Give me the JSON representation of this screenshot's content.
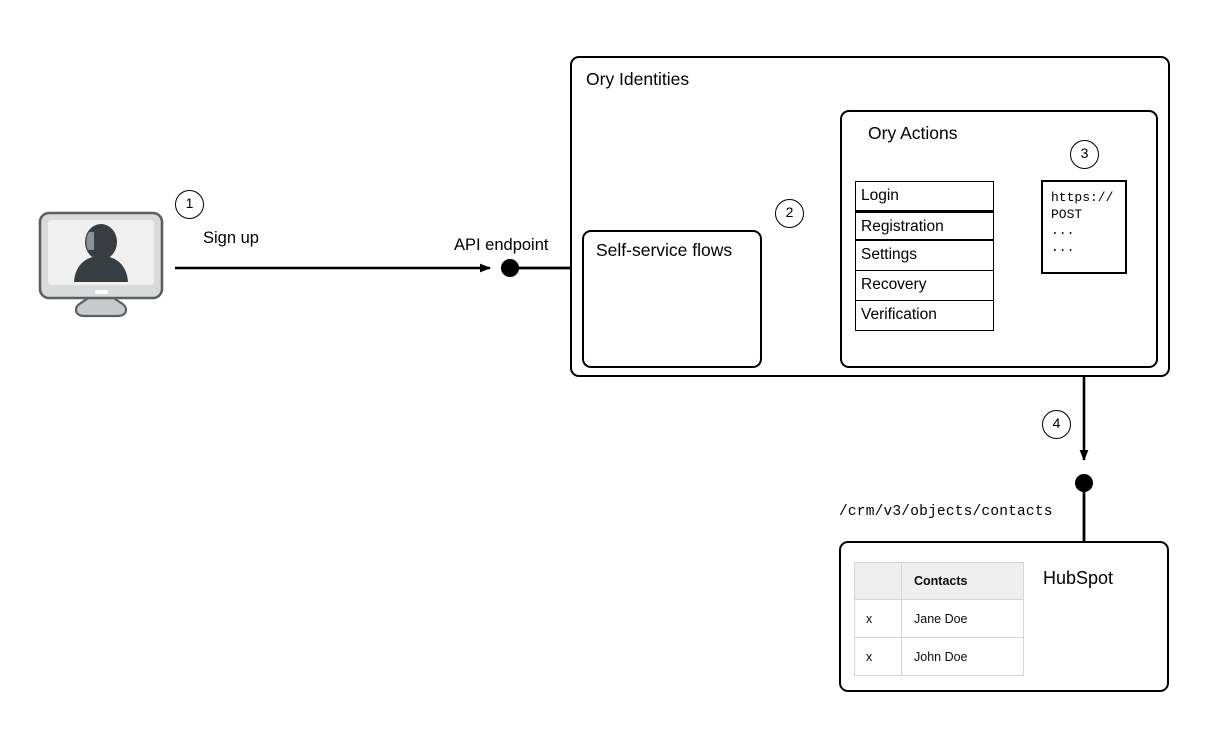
{
  "diagram": {
    "title_hidden": "",
    "steps": {
      "one": "1",
      "two": "2",
      "three": "3",
      "four": "4"
    },
    "client": {
      "icon": "user-monitor-icon",
      "action_label": "Sign up",
      "endpoint_label": "API endpoint"
    },
    "ory_identities": {
      "title": "Ory Identities",
      "self_service": {
        "title": "Self-service flows"
      },
      "ory_actions": {
        "title": "Ory Actions",
        "flows": [
          {
            "label": "Login",
            "highlighted": false
          },
          {
            "label": "Registration",
            "highlighted": true
          },
          {
            "label": "Settings",
            "highlighted": false
          },
          {
            "label": "Recovery",
            "highlighted": false
          },
          {
            "label": "Verification",
            "highlighted": false
          }
        ],
        "webhook": {
          "lines": [
            "https://",
            "POST",
            "...",
            "..."
          ]
        }
      }
    },
    "hubspot": {
      "title": "HubSpot",
      "api_path": "/crm/v3/objects/contacts",
      "table": {
        "headers": [
          "",
          "Contacts"
        ],
        "rows": [
          {
            "mark": "x",
            "name": "Jane Doe"
          },
          {
            "mark": "x",
            "name": "John Doe"
          }
        ]
      }
    },
    "colors": {
      "stroke": "#000000",
      "background": "#ffffff",
      "monitor_bezel": "#d9dada",
      "monitor_border": "#5b5f63",
      "monitor_screen": "#f0f0f0",
      "silhouette": "#373d41",
      "table_header_bg": "#efefef",
      "table_border": "#d4d4d4"
    }
  }
}
